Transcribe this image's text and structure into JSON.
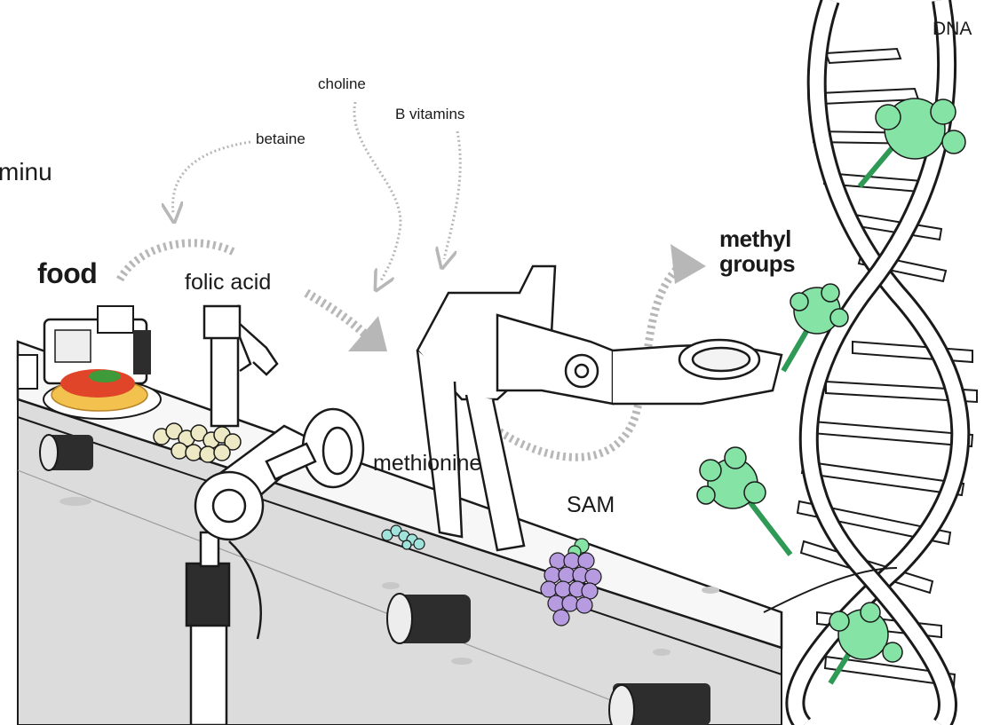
{
  "labels": {
    "cut_text": "minu",
    "dna": "DNA",
    "choline": "choline",
    "b_vitamins": "B vitamins",
    "betaine": "betaine",
    "food": "food",
    "folic_acid": "folic acid",
    "methyl": "methyl",
    "groups": "groups",
    "methionine": "methionine",
    "sam": "SAM"
  },
  "colors": {
    "ink": "#1a1a1a",
    "methyl_green": "#86e3a6",
    "methyl_green_dark": "#2f9a55",
    "sam_purple": "#b79be0",
    "methionine_teal": "#9fe3dc",
    "folic_cream": "#ece9c4",
    "arrow_gray": "#b7b7b7",
    "belt_gray": "#d9d9d9",
    "sauce_red": "#e0452a",
    "pasta_yellow": "#f2c14e"
  },
  "icons": [
    "pasta-plate-icon",
    "robot-arm-icon",
    "methyl-group-icon",
    "dna-helix-icon"
  ]
}
